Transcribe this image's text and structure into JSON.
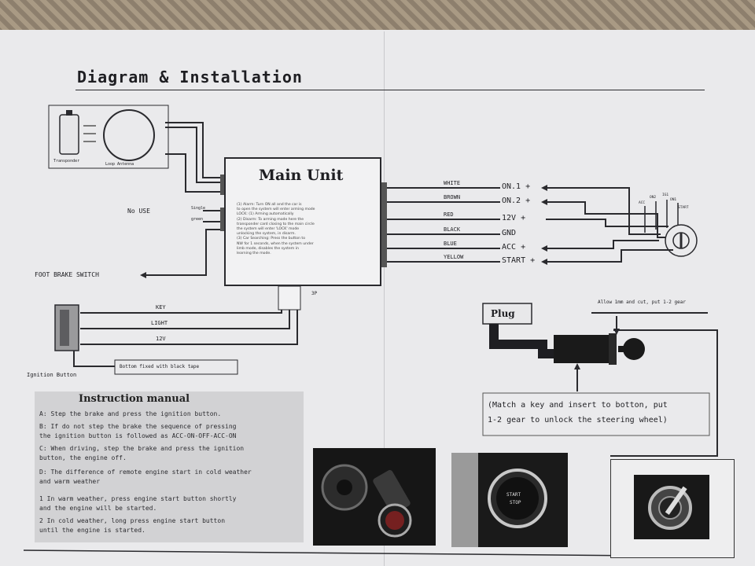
{
  "title": "Diagram & Installation",
  "main_unit": {
    "title": "Main Unit",
    "body": "(1) Alarm: Turn ON all and the car is\nto open the system will enter arming mode\nLOCK: (1) Arming automatically\n(2) Disarm: To arming mode here the\ntransponder card closing to the main circle\nthe system will enter 'LOCK' mode\nunlocking the system, in disarm.\n(3) Car Searching: Press the button to\nNW for 1 seconds, when the system under\nlimb mode, disables the system in\nlearning the mode."
  },
  "left_labels": {
    "transponder": "Transponder",
    "loop_antenna": "Loop Antenna",
    "nc_use": "No USE",
    "sw1": "Single",
    "sw2": "green",
    "foot_brake": "FOOT BRAKE SWITCH",
    "connector_note": "3P"
  },
  "wires_right": [
    {
      "color_name": "WHITE",
      "terminal": "ON.1 +"
    },
    {
      "color_name": "BROWN",
      "terminal": "ON.2 +"
    },
    {
      "color_name": "RED",
      "terminal": "12V +"
    },
    {
      "color_name": "BLACK",
      "terminal": "GND"
    },
    {
      "color_name": "BLUE",
      "terminal": "ACC +"
    },
    {
      "color_name": "YELLOW",
      "terminal": "START +"
    }
  ],
  "switch_labels": [
    "ACC",
    "ON2",
    "IG1",
    "ON1",
    "START"
  ],
  "ignition_wires": [
    "KEY",
    "LIGHT",
    "12V"
  ],
  "ignition_button": "Ignition Button",
  "tape_note": "Bottom fixed with black tape",
  "plug": {
    "label": "Plug",
    "note": "Allow 1mm and cut, put 1-2 gear",
    "callout": "(Match a key and insert to botton, put\n1-2 gear to unlock the steering wheel)"
  },
  "instructions": {
    "title": "Instruction manual",
    "items": [
      "A: Step the brake and press the ignition button.",
      "B: If do not step the brake the sequence of pressing",
      "   the ignition button is followed as ACC-ON-OFF-ACC-ON",
      "C: When driving, step the brake and press the ignition",
      "   button, the engine off.",
      "D: The difference of remote engine start in cold weather",
      "   and warm weather",
      "  1 In warm weather, press engine start button shortly",
      "    and the engine will be started.",
      "  2 In cold weather, long press engine start button",
      "    until the engine is started."
    ]
  },
  "photo_text": {
    "button_line1": "START",
    "button_line2": "STOP"
  },
  "colors": {
    "paper": "#eaeaec",
    "ink": "#2a2a2e",
    "panel": "#d2d2d4"
  }
}
